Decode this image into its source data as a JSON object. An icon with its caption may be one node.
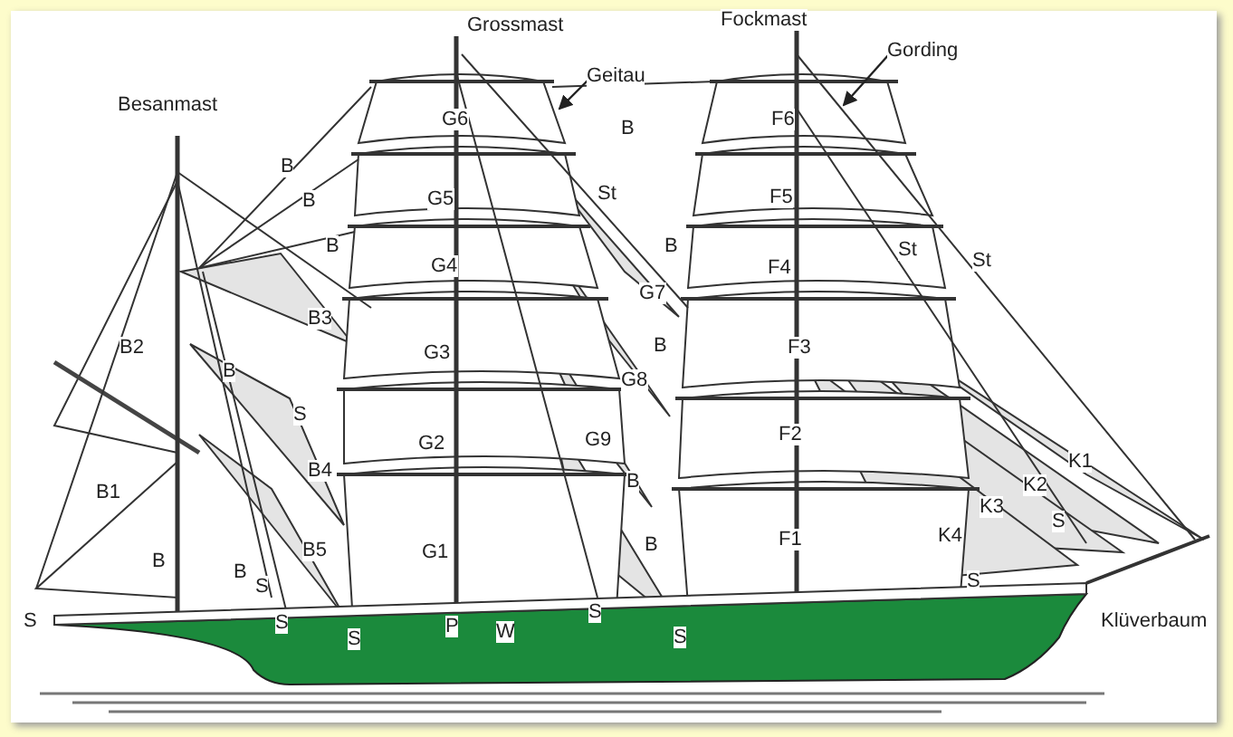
{
  "diagram": {
    "nodes": [
      {
        "text": [
          "Gording"
        ]
      },
      {
        "text": [
          "Geitau"
        ]
      }
    ],
    "edges": [
      {
        "from": 0,
        "to": null,
        "arrow": "to"
      },
      {
        "from": 1,
        "to": null,
        "arrow": "to"
      }
    ],
    "labels": [
      "Grossmast",
      "Fockmast",
      "G6",
      "F6",
      "Besanmast",
      "B",
      "B",
      "B",
      "G5",
      "F5",
      "St",
      "B",
      "B",
      "St",
      "St",
      "G4",
      "F4",
      "B3",
      "G7",
      "B",
      "G3",
      "F3",
      "B2",
      "B",
      "S",
      "G8",
      "G2",
      "F2",
      "G9",
      "B4",
      "K1",
      "K2",
      "K3",
      "B1",
      "B",
      "S",
      "K4",
      "F1",
      "G1",
      "B5",
      "B",
      "B",
      "B",
      "S",
      "S",
      "S",
      "S",
      "S",
      "P",
      "W",
      "S",
      "S",
      "Klüverbaum"
    ]
  }
}
